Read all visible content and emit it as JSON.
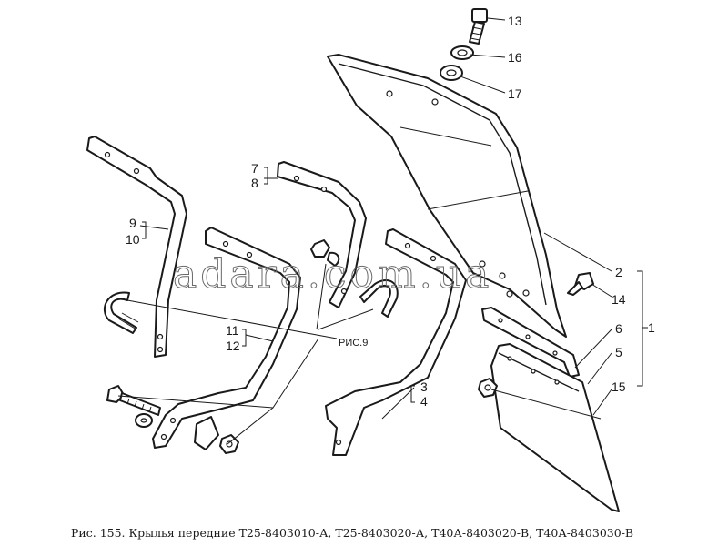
{
  "caption": "Рис. 155. Крылья передние Т25-8403010-А, Т25-8403020-А, Т40А-8403020-В, Т40А-8403030-В",
  "watermark": "adara.com.ua",
  "ref_label": "РИС.9",
  "part_numbers": {
    "p1": "1",
    "p2": "2",
    "p3": "3",
    "p4": "4",
    "p5": "5",
    "p6": "6",
    "p7": "7",
    "p8": "8",
    "p9": "9",
    "p10": "10",
    "p11": "11",
    "p12": "12",
    "p13": "13",
    "p14": "14",
    "p15": "15",
    "p16": "16",
    "p17": "17"
  }
}
